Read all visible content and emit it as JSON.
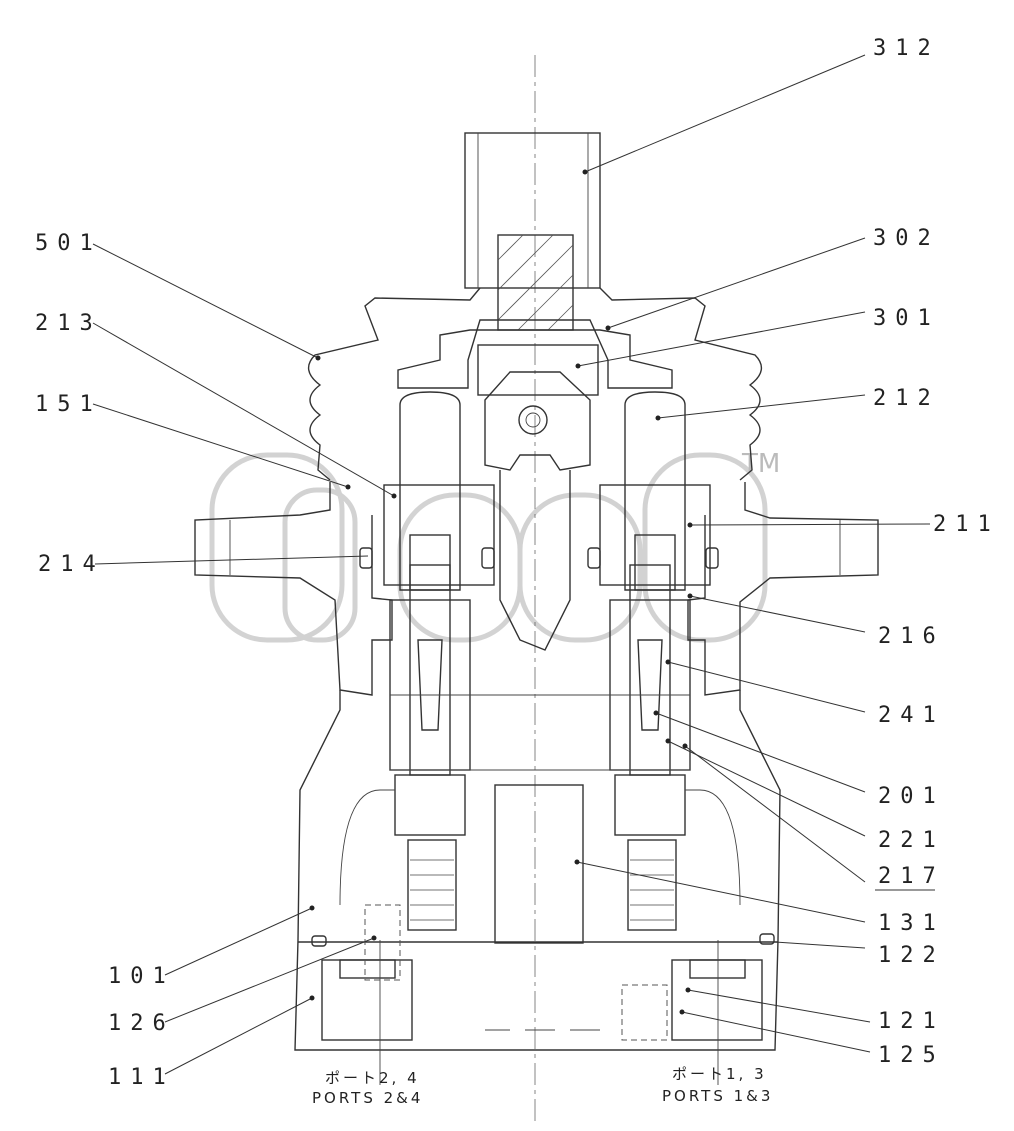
{
  "parts": [
    {
      "id": "p312",
      "label": "312"
    },
    {
      "id": "p302",
      "label": "302"
    },
    {
      "id": "p301",
      "label": "301"
    },
    {
      "id": "p212",
      "label": "212"
    },
    {
      "id": "p501",
      "label": "501"
    },
    {
      "id": "p213",
      "label": "213"
    },
    {
      "id": "p151",
      "label": "151"
    },
    {
      "id": "p214",
      "label": "214"
    },
    {
      "id": "p211",
      "label": "211"
    },
    {
      "id": "p216",
      "label": "216"
    },
    {
      "id": "p241",
      "label": "241"
    },
    {
      "id": "p201",
      "label": "201"
    },
    {
      "id": "p221",
      "label": "221"
    },
    {
      "id": "p217",
      "label": "217"
    },
    {
      "id": "p131",
      "label": "131"
    },
    {
      "id": "p122",
      "label": "122"
    },
    {
      "id": "p101",
      "label": "101"
    },
    {
      "id": "p126",
      "label": "126"
    },
    {
      "id": "p121",
      "label": "121"
    },
    {
      "id": "p125",
      "label": "125"
    },
    {
      "id": "p111",
      "label": "111"
    }
  ],
  "ports": {
    "left_jp": "ポート2, 4",
    "left_en": "PORTS 2&4",
    "right_jp": "ポート1, 3",
    "right_en": "PORTS 1&3"
  },
  "watermark": {
    "text": "TM"
  }
}
